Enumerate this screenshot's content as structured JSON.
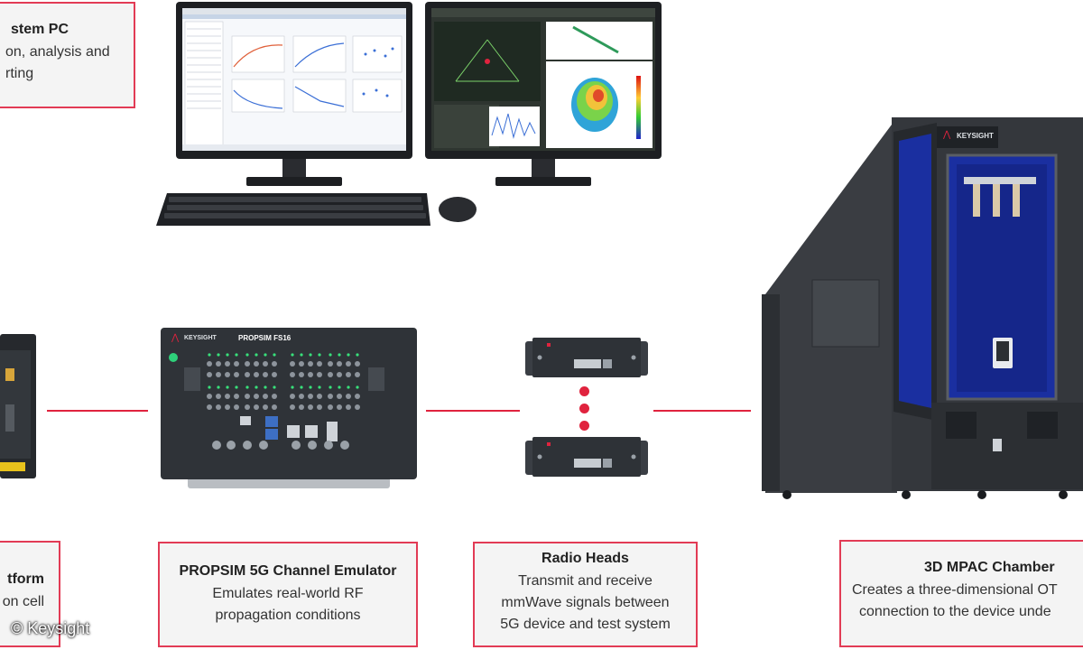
{
  "labels": {
    "system_pc": {
      "title": "stem PC",
      "line1": "on, analysis and",
      "line2": "rting"
    },
    "platform": {
      "title": "tform",
      "line1": "on cell"
    },
    "propsim": {
      "title": "PROPSIM 5G Channel Emulator",
      "line1": "Emulates real-world RF",
      "line2": "propagation conditions"
    },
    "radio_heads": {
      "title": "Radio Heads",
      "line1": "Transmit and receive",
      "line2": "mmWave signals between",
      "line3": "5G device and test system"
    },
    "chamber": {
      "title": "3D MPAC Chamber",
      "line1": "Creates a three-dimensional  OT",
      "line2": "connection  to the device unde"
    }
  },
  "device_text": {
    "keysight_brand": "KEYSIGHT",
    "propsim_model": "PROPSIM FS16"
  },
  "copyright": "© Keysight",
  "colors": {
    "accent": "#e0233e",
    "box_border": "#e23b55",
    "box_fill": "#f4f4f4",
    "device_dark": "#2f3338",
    "chamber_blue": "#1a2fa0"
  }
}
